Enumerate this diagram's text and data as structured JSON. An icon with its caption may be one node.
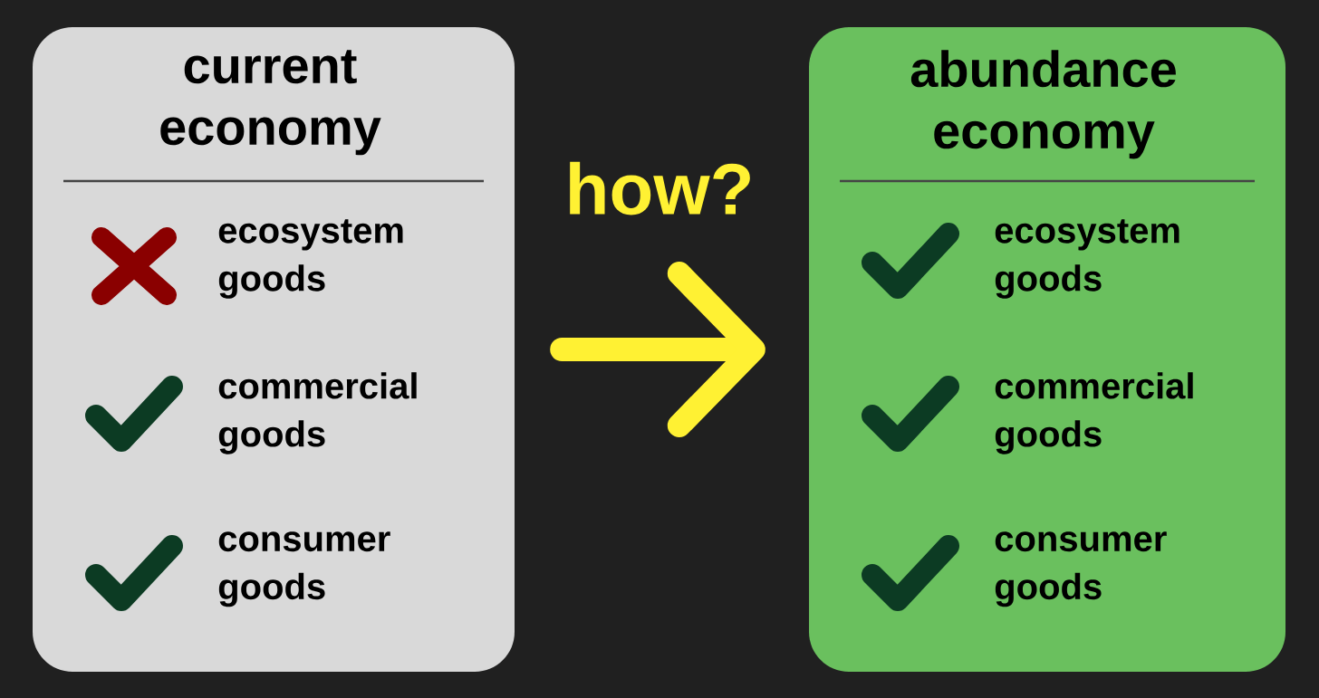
{
  "diagram": {
    "nodes": [
      {
        "text": [
          "current economy",
          "ecosystem goods",
          "commercial goods",
          "consumer goods"
        ]
      },
      {
        "text": [
          "abundance economy",
          "ecosystem goods",
          "commercial goods",
          "consumer goods"
        ]
      }
    ],
    "edges": [
      {
        "from": 0,
        "to": 1,
        "arrow": "to",
        "label": "how?"
      }
    ]
  }
}
